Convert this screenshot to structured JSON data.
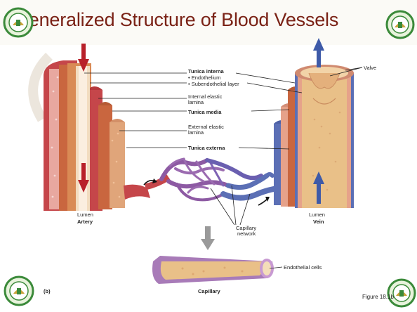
{
  "slide": {
    "title": "Generalized Structure of Blood Vessels",
    "figure_ref": "Figure 18.1b",
    "panel_letter": "(b)"
  },
  "labels": {
    "tunica_interna": "Tunica interna",
    "endothelium": "• Endothelium",
    "subendothelial": "• Subendothelial layer",
    "internal_elastic_1": "Internal elastic",
    "internal_elastic_2": "lamina",
    "tunica_media": "Tunica media",
    "external_elastic_1": "External elastic",
    "external_elastic_2": "lamina",
    "tunica_externa": "Tunica externa",
    "valve": "Valve",
    "lumen_artery": "Lumen",
    "artery": "Artery",
    "lumen_vein": "Lumen",
    "vein": "Vein",
    "capillary_network_1": "Capillary",
    "capillary_network_2": "network",
    "endothelial_cells": "Endothelial cells",
    "capillary": "Capillary"
  },
  "colors": {
    "title": "#7a2216",
    "artery_red": "#c5464a",
    "media": "#c9663f",
    "intima": "#e9c088",
    "vein_blue": "#5b6fb5",
    "capillary_purple": "#8d5aa3",
    "arrow_blue": "#3e5aa8",
    "arrow_red": "#b8202a"
  },
  "icons": {
    "seal": "university-seal-icon",
    "flow_arrow": "flow-arrow-icon"
  }
}
